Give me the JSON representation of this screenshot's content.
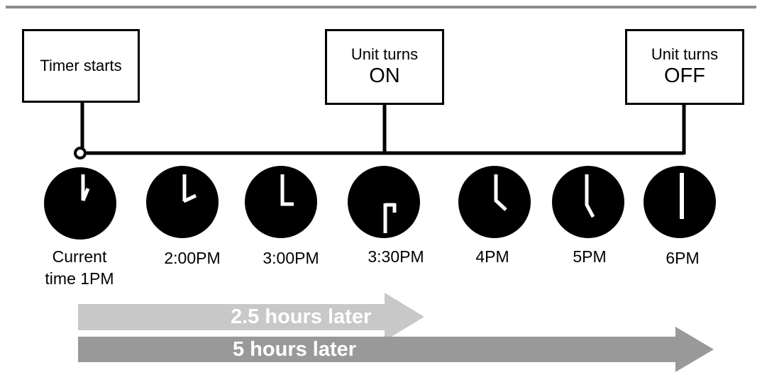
{
  "events": {
    "timer_start": {
      "line1": "Timer starts",
      "line2": ""
    },
    "unit_on": {
      "line1": "Unit turns",
      "line2": "ON"
    },
    "unit_off": {
      "line1": "Unit turns",
      "line2": "OFF"
    }
  },
  "clocks": [
    {
      "label_line1": "Current",
      "label_line2": "time 1PM"
    },
    {
      "label_line1": "2:00PM",
      "label_line2": ""
    },
    {
      "label_line1": "3:00PM",
      "label_line2": ""
    },
    {
      "label_line1": "3:30PM",
      "label_line2": ""
    },
    {
      "label_line1": "4PM",
      "label_line2": ""
    },
    {
      "label_line1": "5PM",
      "label_line2": ""
    },
    {
      "label_line1": "6PM",
      "label_line2": ""
    }
  ],
  "arrows": {
    "short": {
      "label": "2.5 hours later",
      "color": "#c8c8c8"
    },
    "long": {
      "label": "5 hours later",
      "color": "#999999"
    }
  },
  "colors": {
    "clock_face": "#000000",
    "clock_hands": "#ffffff",
    "line": "#000000"
  }
}
